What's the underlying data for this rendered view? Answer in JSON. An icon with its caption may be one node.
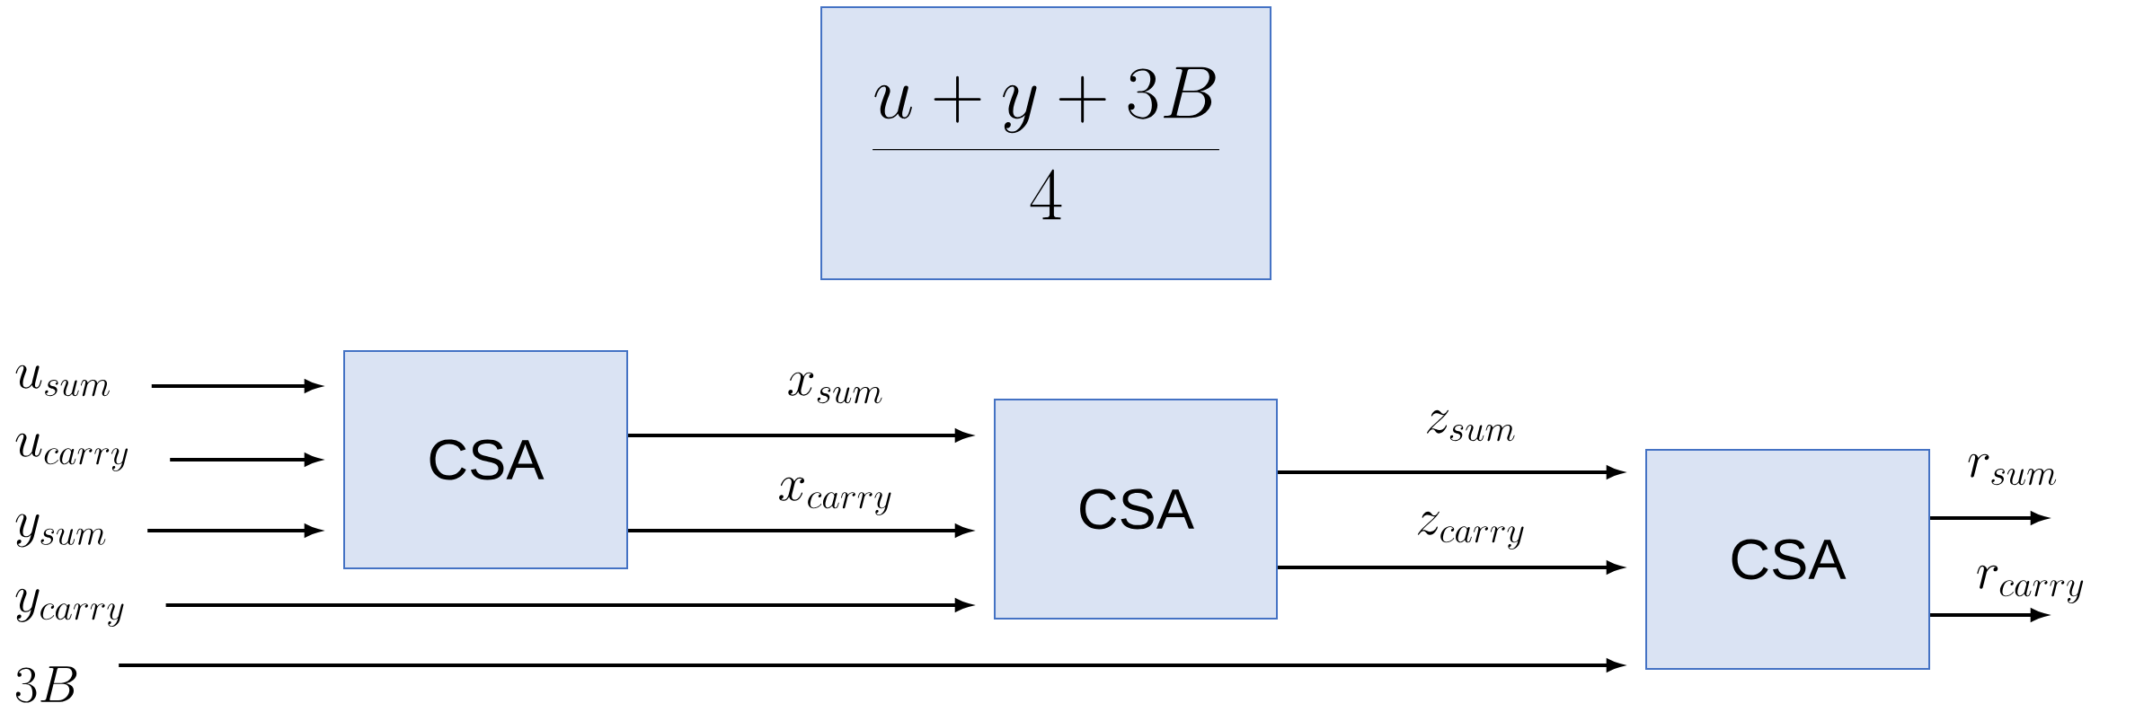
{
  "diagram": {
    "nodes": [
      {
        "text": [
          "\\frac{u+y+3B}{4}"
        ]
      },
      {
        "text": [
          "u_{sum}"
        ]
      },
      {
        "text": [
          "u_{carry}"
        ]
      },
      {
        "text": [
          "y_{sum}"
        ]
      },
      {
        "text": [
          "y_{carry}"
        ]
      },
      {
        "text": [
          "3B"
        ]
      },
      {
        "text": [
          "CSA"
        ]
      },
      {
        "text": [
          "CSA"
        ]
      },
      {
        "text": [
          "CSA"
        ]
      }
    ],
    "edges": [
      {
        "from": 1,
        "to": 6,
        "arrow": "to"
      },
      {
        "from": 2,
        "to": 6,
        "arrow": "to"
      },
      {
        "from": 3,
        "to": 6,
        "arrow": "to"
      },
      {
        "from": 6,
        "to": 7,
        "arrow": "to",
        "label": "x_{sum}"
      },
      {
        "from": 6,
        "to": 7,
        "arrow": "to",
        "label": "x_{carry}"
      },
      {
        "from": 4,
        "to": 7,
        "arrow": "to"
      },
      {
        "from": 7,
        "to": 8,
        "arrow": "to",
        "label": "z_{sum}"
      },
      {
        "from": 7,
        "to": 8,
        "arrow": "to",
        "label": "z_{carry}"
      },
      {
        "from": 5,
        "to": 8,
        "arrow": "to"
      },
      {
        "from": 8,
        "to": null,
        "arrow": "to",
        "label": "r_{sum}"
      },
      {
        "from": 8,
        "to": null,
        "arrow": "to",
        "label": "r_{carry}"
      }
    ]
  }
}
